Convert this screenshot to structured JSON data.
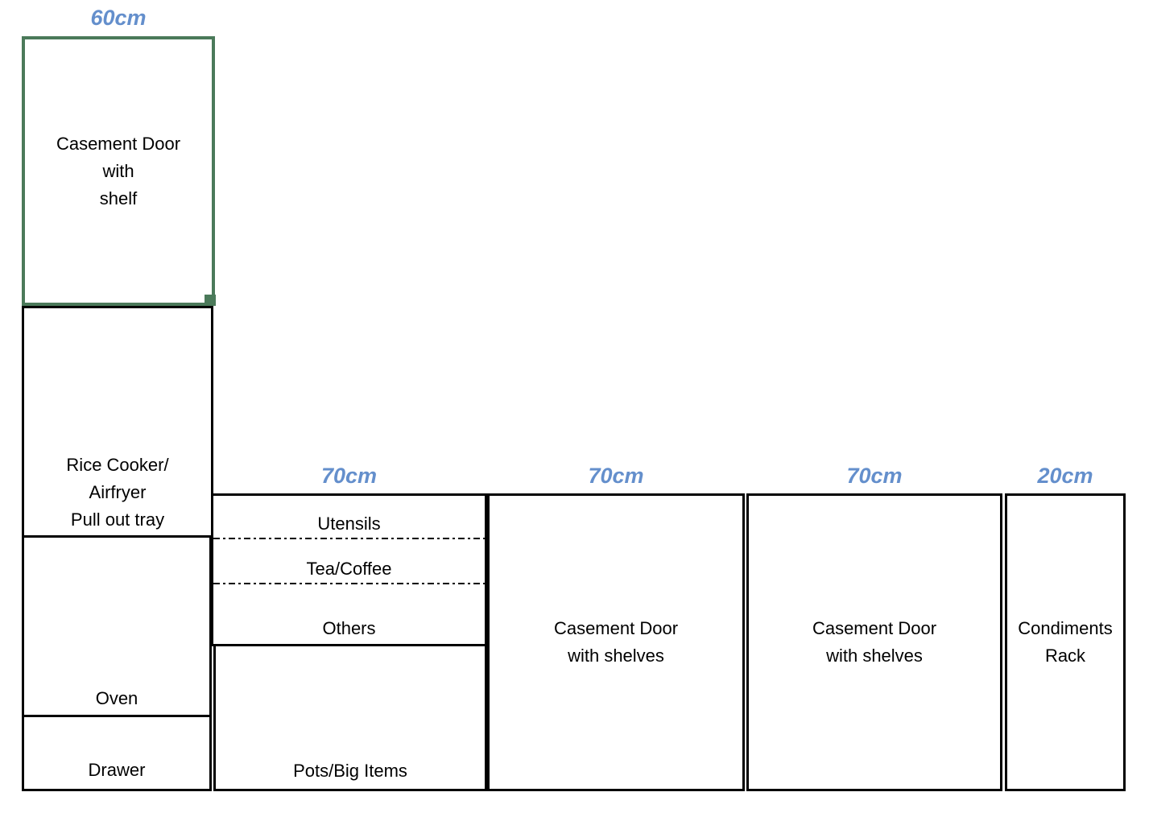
{
  "colors": {
    "accent-blue": "#648FCC",
    "shape-green": "#4B7A5A",
    "line-black": "#000000"
  },
  "dimensions": {
    "wall_unit": "60cm",
    "base_unit_1": "70cm",
    "base_unit_2": "70cm",
    "base_unit_3": "70cm",
    "base_unit_4": "20cm"
  },
  "cabinets": {
    "wall": {
      "line1": "Casement Door",
      "line2": "with",
      "line3": "shelf"
    },
    "tall_left": {
      "rice": {
        "line1": "Rice Cooker/",
        "line2": "Airfryer",
        "line3": "Pull out tray"
      },
      "oven": "Oven",
      "drawer": "Drawer"
    },
    "base1": {
      "sections": {
        "top": "Utensils",
        "middle": "Tea/Coffee",
        "bottom": "Others"
      },
      "lower": "Pots/Big Items"
    },
    "base2": {
      "line1": "Casement Door",
      "line2": "with shelves"
    },
    "base3": {
      "line1": "Casement Door",
      "line2": "with shelves"
    },
    "base4": {
      "line1": "Condiments",
      "line2": "Rack"
    }
  }
}
